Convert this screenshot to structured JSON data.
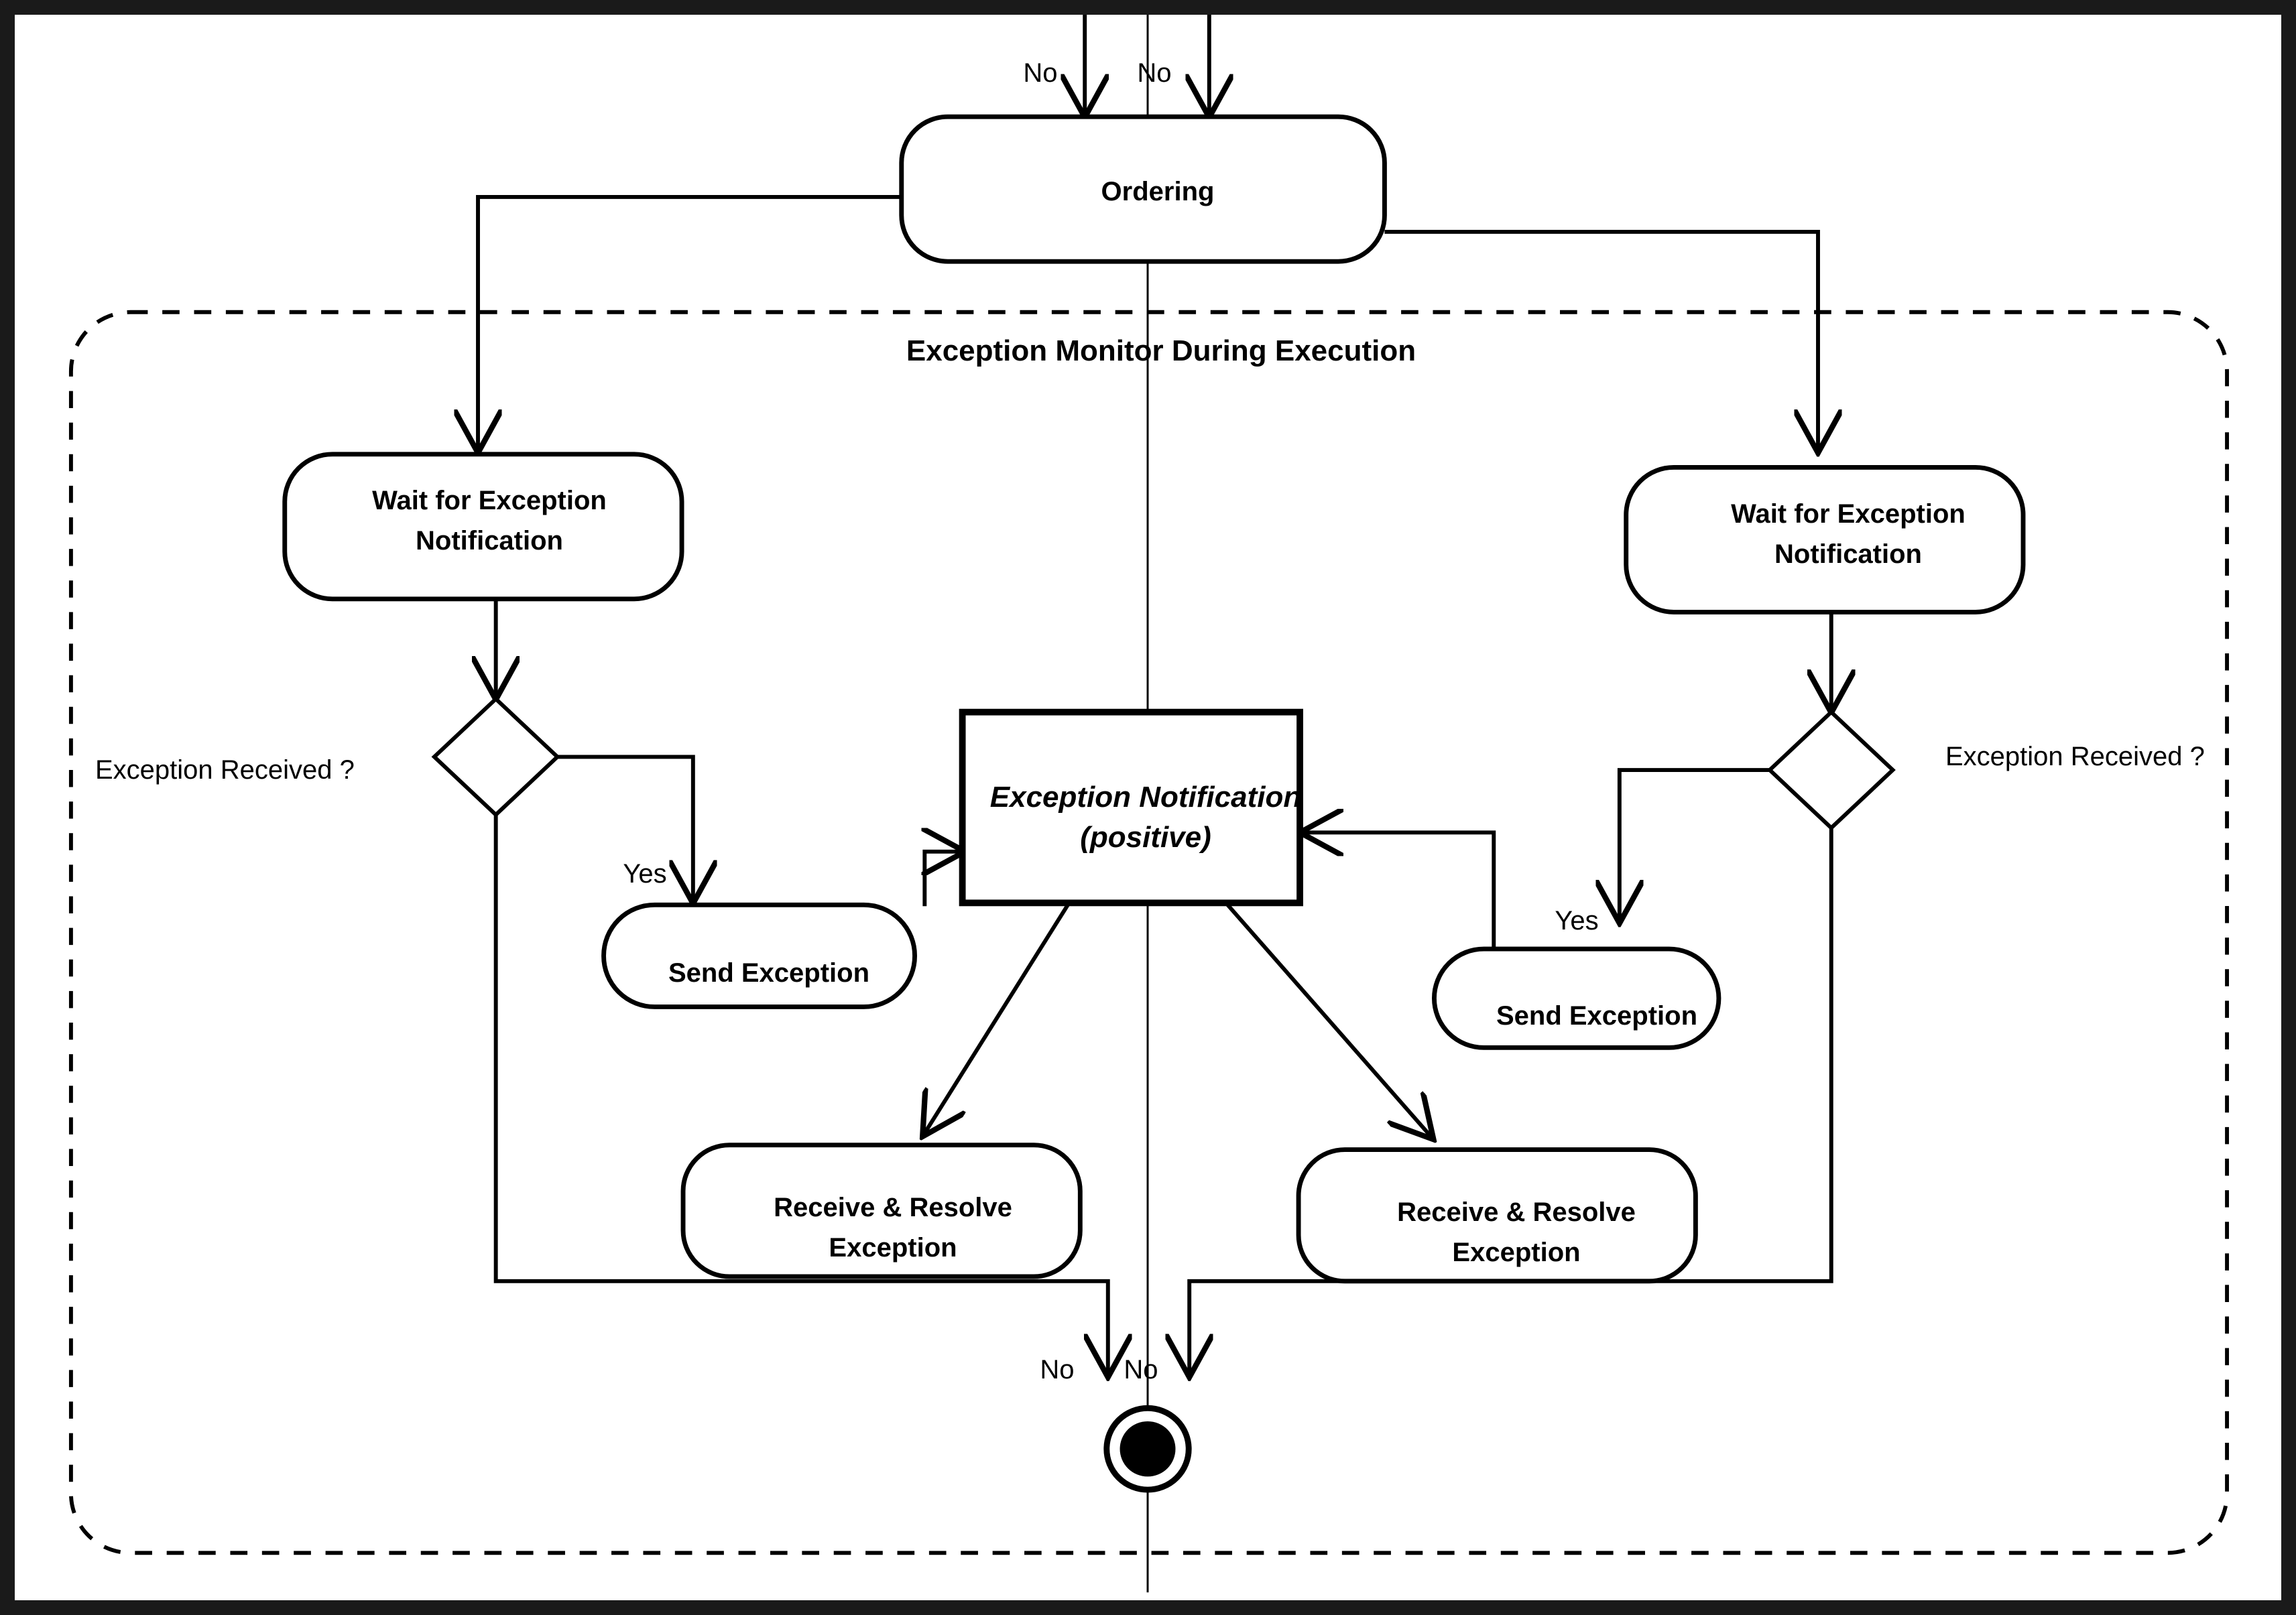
{
  "diagram": {
    "type": "uml-activity-diagram",
    "frame": {
      "border_color": "#1a1a1a",
      "background": "#ffffff"
    },
    "region": {
      "label": "Exception Monitor During Execution",
      "style": "dashed-rounded-rectangle"
    },
    "nodes": {
      "ordering": {
        "label": "Ordering",
        "shape": "rounded-rectangle"
      },
      "wait_left": {
        "label": "Wait for Exception Notification",
        "line1": "Wait for Exception",
        "line2": "Notification",
        "shape": "rounded-rectangle"
      },
      "wait_right": {
        "label": "Wait for Exception Notification",
        "line1": "Wait for Exception",
        "line2": "Notification",
        "shape": "rounded-rectangle"
      },
      "decision_left": {
        "label": "Exception Received ?",
        "shape": "diamond"
      },
      "decision_right": {
        "label": "Exception Received ?",
        "shape": "diamond"
      },
      "send_left": {
        "label": "Send Exception",
        "shape": "rounded-rectangle"
      },
      "send_right": {
        "label": "Send Exception",
        "shape": "rounded-rectangle"
      },
      "signal": {
        "line1": "Exception Notification",
        "line2": "(positive)",
        "shape": "rectangle"
      },
      "receive_left": {
        "label": "Receive & Resolve Exception",
        "line1": "Receive & Resolve",
        "line2": "Exception",
        "shape": "rounded-rectangle"
      },
      "receive_right": {
        "label": "Receive & Resolve Exception",
        "line1": "Receive & Resolve",
        "line2": "Exception",
        "shape": "rounded-rectangle"
      },
      "final_state": {
        "label": "",
        "shape": "final-state-circle"
      }
    },
    "edge_labels": {
      "no_top_left": "No",
      "no_top_right": "No",
      "yes_left": "Yes",
      "yes_right": "Yes",
      "no_bottom_left": "No",
      "no_bottom_right": "No"
    }
  }
}
